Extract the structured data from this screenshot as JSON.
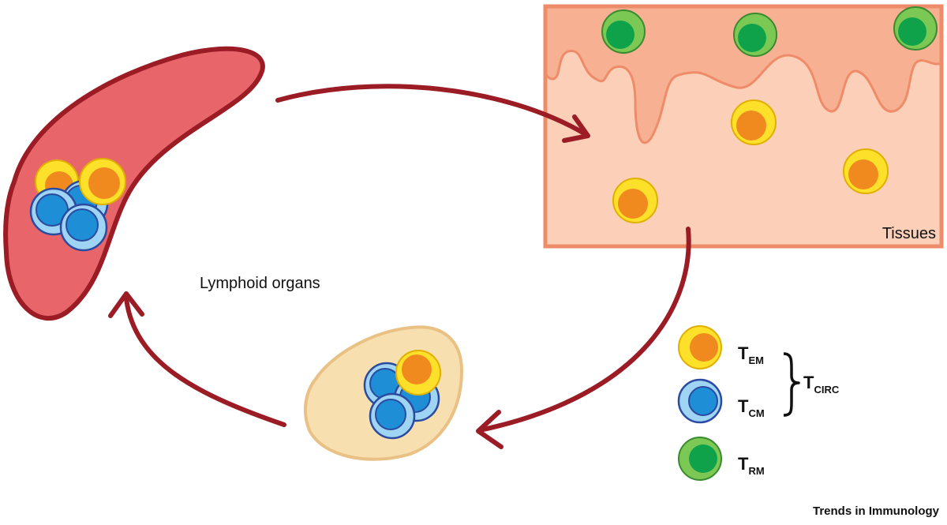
{
  "labels": {
    "lymphoid_organs": "Lymphoid organs",
    "tissues": "Tissues",
    "source": "Trends in Immunology"
  },
  "legend": {
    "tem": {
      "main": "T",
      "sub": "EM"
    },
    "tcm": {
      "main": "T",
      "sub": "CM"
    },
    "trm": {
      "main": "T",
      "sub": "RM"
    },
    "tcirc": {
      "main": "T",
      "sub": "CIRC"
    }
  },
  "colors": {
    "arrow": "#9b1c24",
    "lymphoid_fill": "#e8656a",
    "lymphoid_stroke": "#9b1c24",
    "tissue_fill": "#fbcfb8",
    "tissue_upper": "#f7b092",
    "tissue_stroke": "#ee8c6a",
    "node_fill": "#f7dfb0",
    "node_stroke": "#e9c184",
    "tem_outer": "#fde02a",
    "tem_inner": "#f08a1f",
    "tcm_outer": "#9fd4f4",
    "tcm_inner": "#1e8fd6",
    "tcm_stroke": "#2a4ba0",
    "trm_outer": "#7cc855",
    "trm_inner": "#10a24a"
  }
}
